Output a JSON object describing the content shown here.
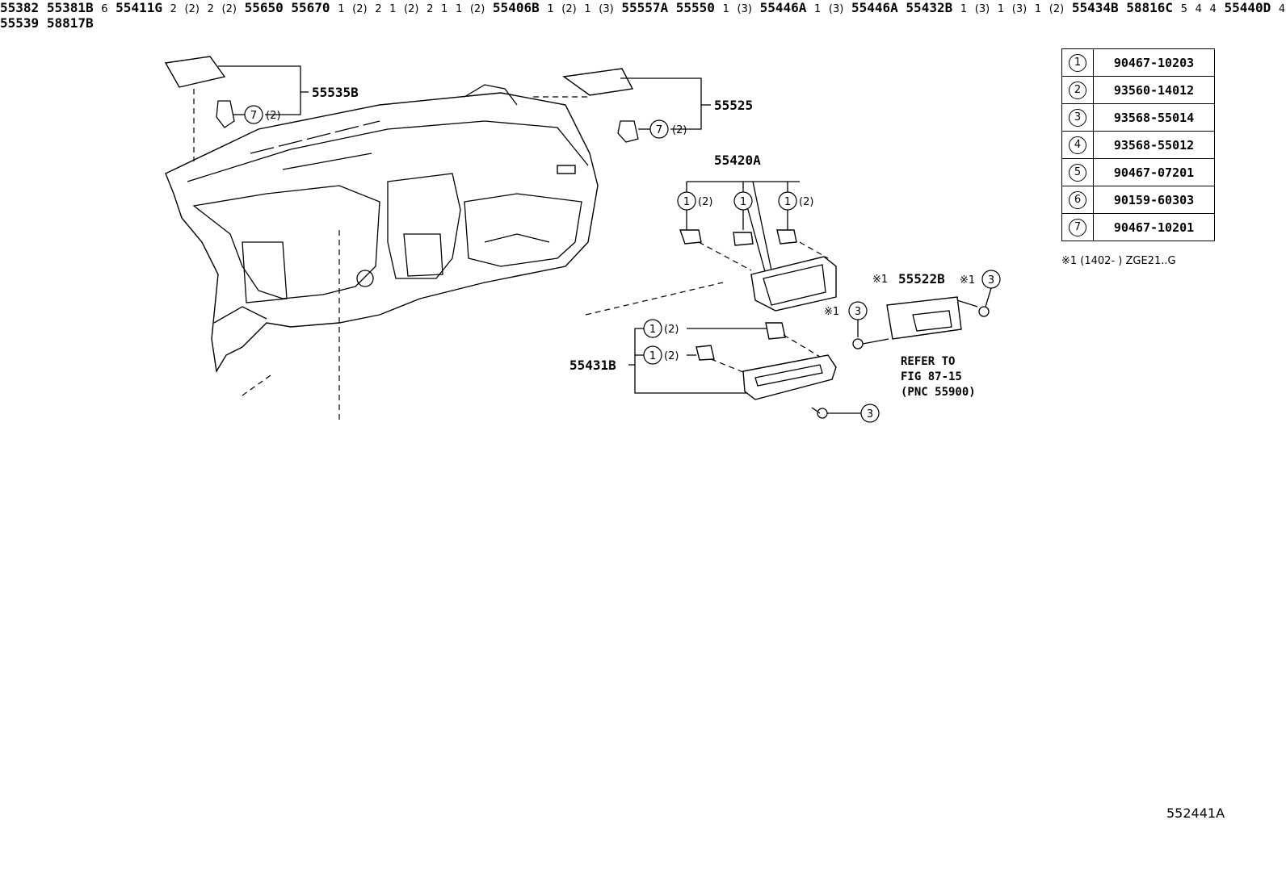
{
  "legend": [
    {
      "num": "1",
      "part": "90467-10203"
    },
    {
      "num": "2",
      "part": "93560-14012"
    },
    {
      "num": "3",
      "part": "93568-55014"
    },
    {
      "num": "4",
      "part": "93568-55012"
    },
    {
      "num": "5",
      "part": "90467-07201"
    },
    {
      "num": "6",
      "part": "90159-60303"
    },
    {
      "num": "7",
      "part": "90467-10201"
    }
  ],
  "footnote": "※1 (1402-    ) ZGE21..G",
  "figure_code": "552441A",
  "refer_note": [
    "REFER TO",
    "FIG 87-15",
    "(PNC 55900)"
  ],
  "mark": "※1",
  "parts": {
    "p55535B": "55535B",
    "p55525": "55525",
    "p55420A": "55420A",
    "p55522B": "55522B",
    "p55431B": "55431B",
    "p55382": "55382",
    "p55381B": "55381B",
    "p55650": "55650",
    "p55670": "55670",
    "p55411G": "55411G",
    "p55406B": "55406B",
    "p55557A": "55557A",
    "p55550": "55550",
    "p58817B": "58817B",
    "p55446A_1": "55446A",
    "p55446A_2": "55446A",
    "p55440D": "55440D",
    "p55539": "55539",
    "p55432B": "55432B",
    "p58816C": "58816C",
    "p55434B": "55434B"
  },
  "quantities": {
    "q2": "(2)",
    "q3": "(3)"
  }
}
